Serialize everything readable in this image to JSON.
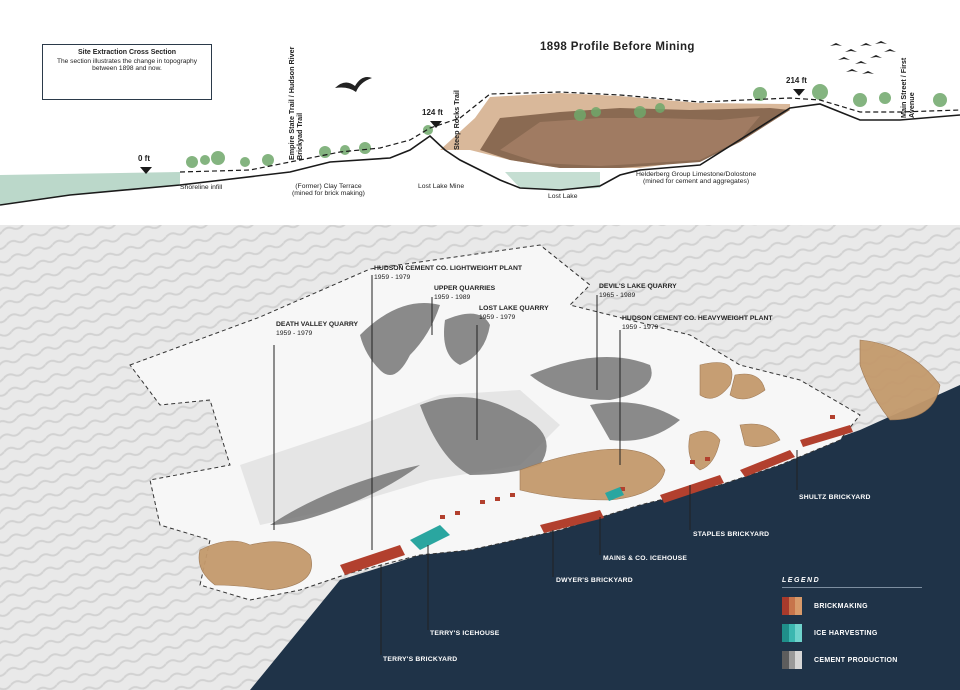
{
  "cross_section": {
    "box_title": "Site Extraction Cross Section",
    "box_text": "The section illustrates the change in topography between 1898 and now.",
    "profile_title": "1898 Profile Before Mining",
    "elevations": [
      "0 ft",
      "124 ft",
      "214 ft"
    ],
    "trail_labels": [
      "Empire State Trail / Hudson River Brickyad Trail",
      "Steep Rocks Trail",
      "Main Street / First Avenue"
    ],
    "ground_labels": {
      "shoreline": "Shoreline infill",
      "clay_terrace": "(Former) Clay Terrace\n(mined for brick making)",
      "lost_lake_mine": "Lost Lake Mine",
      "lost_lake": "Lost Lake",
      "helderberg": "Helderberg Group Limestone/Dolostone\n(mined for cement and aggregates)"
    }
  },
  "map": {
    "callouts": [
      {
        "name": "HUDSON CEMENT CO. LIGHTWEIGHT PLANT",
        "years": "1959 - 1979"
      },
      {
        "name": "UPPER QUARRIES",
        "years": "1959 - 1989"
      },
      {
        "name": "LOST LAKE QUARRY",
        "years": "1959 - 1979"
      },
      {
        "name": "DEVIL'S LAKE QUARRY",
        "years": "1965 - 1989"
      },
      {
        "name": "HUDSON CEMENT CO. HEAVYWEIGHT PLANT",
        "years": "1959 - 1979"
      },
      {
        "name": "DEATH VALLEY QUARRY",
        "years": "1959 - 1979"
      }
    ],
    "site_tags": [
      "SHULTZ BRICKYARD",
      "STAPLES BRICKYARD",
      "MAINS & CO. ICEHOUSE",
      "DWYER'S BRICKYARD",
      "TERRY'S ICEHOUSE",
      "TERRY'S BRICKYARD"
    ]
  },
  "legend": {
    "title": "LEGEND",
    "items": [
      {
        "label": "BRICKMAKING",
        "colors": [
          "#a83a2c",
          "#c7744b",
          "#d89a6a"
        ]
      },
      {
        "label": "ICE HARVESTING",
        "colors": [
          "#1f8f8a",
          "#3bb7b0",
          "#6fd3cc"
        ]
      },
      {
        "label": "CEMENT PRODUCTION",
        "colors": [
          "#5d5d5d",
          "#9a9a9a",
          "#d6d6d6"
        ]
      }
    ]
  },
  "colors": {
    "water": "#1f3348",
    "brick": "#b2402e",
    "ice": "#2aa6a0",
    "clay": "#c49a6c",
    "quarry": "#6f6f6f"
  }
}
